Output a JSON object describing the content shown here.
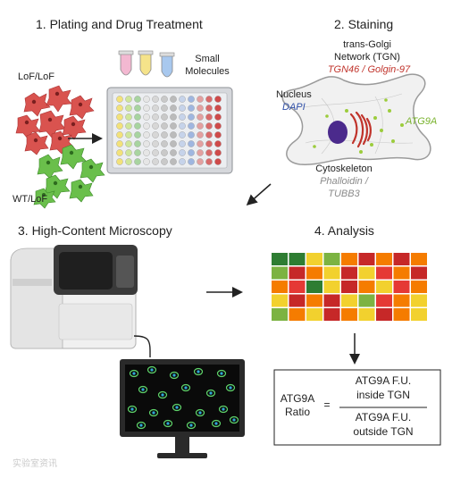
{
  "steps": {
    "plating": "1.  Plating and Drug Treatment",
    "staining": "2. Staining",
    "microscopy": "3. High-Content Microscopy",
    "analysis": "4. Analysis"
  },
  "plating": {
    "lof_label": "LoF/LoF",
    "wt_label": "WT/LoF",
    "small_molecules_line1": "Small",
    "small_molecules_line2": "Molecules"
  },
  "staining": {
    "tgn_line1": "trans-Golgi",
    "tgn_line2": "Network (TGN)",
    "tgn_markers": "TGN46 / Golgin-97",
    "nucleus": "Nucleus",
    "dapi": "DAPI",
    "atg9a": "ATG9A",
    "cytoskeleton": "Cytoskeleton",
    "cyto_marker1": "Phalloidin /",
    "cyto_marker2": "TUBB3"
  },
  "analysis": {
    "ratio_line1": "ATG9A",
    "ratio_line2": "Ratio",
    "equals": "=",
    "numerator_line1": "ATG9A F.U.",
    "numerator_line2": "inside TGN",
    "denominator_line1": "ATG9A F.U.",
    "denominator_line2": "outside TGN",
    "heatmap_rows": [
      [
        "#2e7d32",
        "#2e7d32",
        "#f2d12e",
        "#7cb342",
        "#f57c00",
        "#c62828",
        "#f57c00",
        "#c62828",
        "#f57c00"
      ],
      [
        "#7cb342",
        "#c62828",
        "#f57c00",
        "#f2d12e",
        "#c62828",
        "#f2d12e",
        "#e53935",
        "#f57c00",
        "#c62828"
      ],
      [
        "#f57c00",
        "#e53935",
        "#2e7d32",
        "#f2d12e",
        "#c62828",
        "#f57c00",
        "#f2d12e",
        "#e53935",
        "#f57c00"
      ],
      [
        "#f2d12e",
        "#c62828",
        "#f57c00",
        "#c62828",
        "#f2d12e",
        "#7cb342",
        "#e53935",
        "#f57c00",
        "#f2d12e"
      ],
      [
        "#7cb342",
        "#f57c00",
        "#f2d12e",
        "#c62828",
        "#f57c00",
        "#f2d12e",
        "#c62828",
        "#f57c00",
        "#f2d12e"
      ]
    ]
  },
  "colors": {
    "lof_cell": "#d9534f",
    "wt_cell": "#6abf4b",
    "nucleus": "#4b2a8c",
    "golgi": "#c0332b",
    "atg9a": "#9ccc3c",
    "cell_fill": "#f1f1f1"
  },
  "watermark": "实验室资讯"
}
